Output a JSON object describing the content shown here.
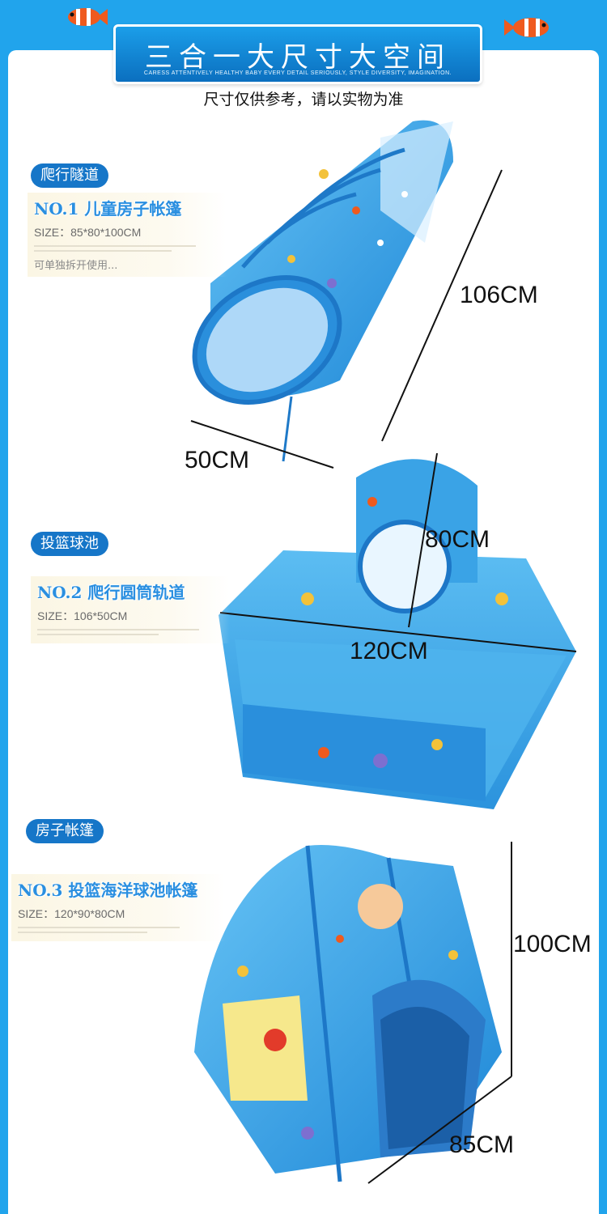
{
  "header": {
    "title": "三合一大尺寸大空间",
    "subtitle": "CARESS ATTENTIVELY HEALTHY BABY EVERY DETAIL SERIOUSLY, STYLE DIVERSITY, IMAGINATION.",
    "note": "尺寸仅供参考，请以实物为准"
  },
  "products": [
    {
      "tag": "爬行隧道",
      "card_title": "NO.1 儿童房子帐篷",
      "card_size": "SIZE：85*80*100CM",
      "card_extra": "可单独拆开使用...",
      "dims": [
        "106CM",
        "50CM"
      ]
    },
    {
      "tag": "投篮球池",
      "card_title": "NO.2  爬行圆筒轨道",
      "card_size": "SIZE：106*50CM",
      "dims": [
        "80CM",
        "120CM"
      ]
    },
    {
      "tag": "房子帐篷",
      "card_title": "NO.3 投篮海洋球池帐篷",
      "card_size": "SIZE：120*90*80CM",
      "dims": [
        "100CM",
        "85CM"
      ]
    }
  ],
  "colors": {
    "frame": "#21a4ec",
    "banner": "#0b6fbf",
    "tag": "#1676c8",
    "card_title": "#2a8fe0",
    "tent_blue": "#3aa3e6"
  },
  "icons": [
    "clownfish-icon"
  ]
}
